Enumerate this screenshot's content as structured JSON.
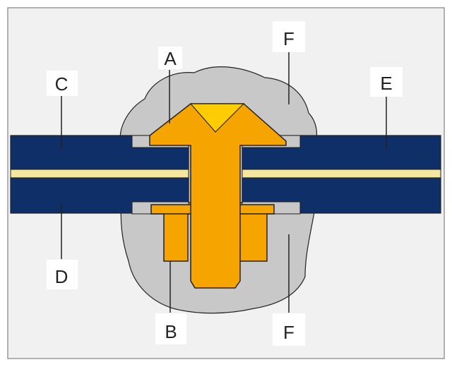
{
  "colors": {
    "frame_background": "#f1f1f1",
    "frame_border": "#999999",
    "potting_compound": "#c8c8c8",
    "panel_layer": "#0e2f67",
    "core_stripe": "#f5e79e",
    "insert_body": "#f5a400",
    "insert_head_recess": "#ffcc00",
    "outline": "#222222",
    "label_box": "#ffffff"
  },
  "labels": {
    "a": "A",
    "b": "B",
    "c": "C",
    "d": "D",
    "e": "E",
    "f_top": "F",
    "f_bottom": "F"
  }
}
